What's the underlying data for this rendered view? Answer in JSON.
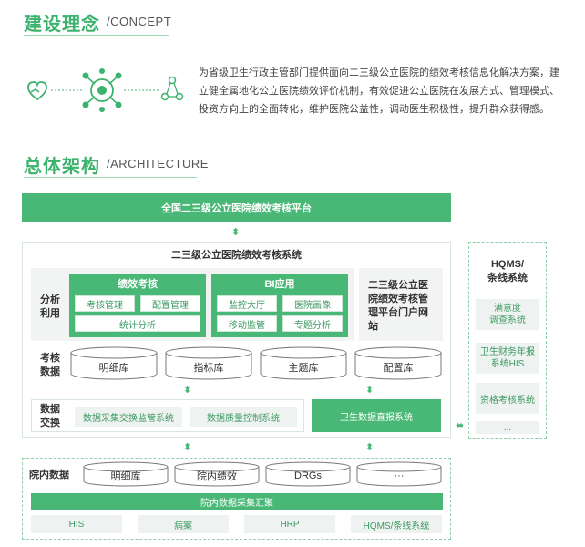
{
  "concept": {
    "title": "建设理念",
    "title_en": "/CONCEPT",
    "text": "为省级卫生行政主管部门提供面向二三级公立医院的绩效考核信息化解决方案，建立健全属地化公立医院绩效评价机制，有效促进公立医院在发展方式、管理模式、投资方向上的全面转化，维护医院公益性，调动医生积极性，提升群众获得感。",
    "icons": [
      "heart-hand-icon",
      "network-hub-icon",
      "people-network-icon"
    ]
  },
  "architecture": {
    "title": "总体架构",
    "title_en": "/ARCHITECTURE",
    "platform": "全国二三级公立医院绩效考核平台",
    "system_title": "二三级公立医院绩效考核系统",
    "analysis_label": "分析\n利用",
    "perf_panel": {
      "title": "绩效考核",
      "items": [
        "考核管理",
        "配置管理",
        "统计分析"
      ]
    },
    "bi_panel": {
      "title": "BI应用",
      "items": [
        "监控大厅",
        "医院画像",
        "移动监管",
        "专题分析"
      ]
    },
    "portal": "二三级公立医院绩效考核管理平台门户网站",
    "data_label": "考核\n数据",
    "data_dbs": [
      "明细库",
      "指标库",
      "主题库",
      "配置库"
    ],
    "exchange_label": "数据\n交换",
    "exchange_items": [
      "数据采集交换监管系统",
      "数据质量控制系统"
    ],
    "direct_report": "卫生数据直报系统",
    "hqms": {
      "title": "HQMS/\n条线系统",
      "items": [
        "满意度\n调查系统",
        "卫生财务年报\n系统HIS",
        "资格考核系统",
        "..."
      ]
    },
    "hospital": {
      "label": "院内数据",
      "dbs": [
        "明细库",
        "院内绩效",
        "DRGs",
        "···"
      ],
      "bar": "院内数据采集汇聚",
      "sources": [
        "HIS",
        "病案",
        "HRP",
        "HQMS/条线系统"
      ]
    }
  }
}
